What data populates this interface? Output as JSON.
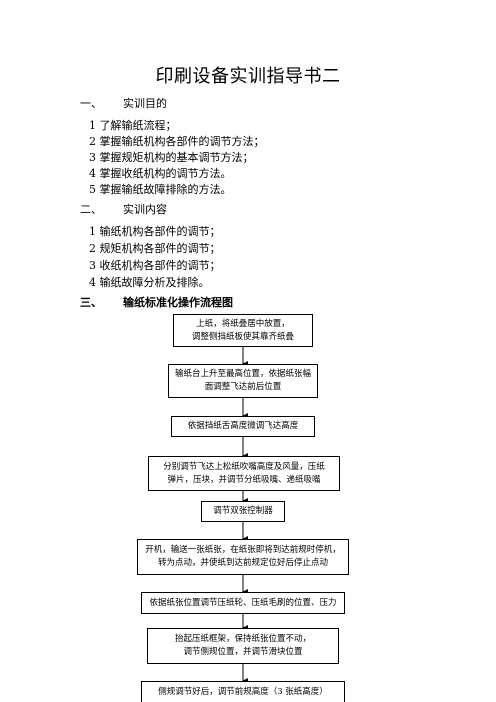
{
  "document": {
    "title": "印刷设备实训指导书二",
    "section1": {
      "num": "一、",
      "heading": "实训目的",
      "items": [
        "1 了解输纸流程；",
        "2 掌握输纸机构各部件的调节方法；",
        "3 掌握规矩机构的基本调节方法；",
        "4 掌握收纸机构的调节方法。",
        "5 掌握输纸故障排除的方法。"
      ]
    },
    "section2": {
      "num": "二、",
      "heading": "实训内容",
      "items": [
        "1 输纸机构各部件的调节；",
        "2 规矩机构各部件的调节；",
        "3 收纸机构各部件的调节；",
        "4 输纸故障分析及排除。"
      ]
    },
    "section3": {
      "num": "三、",
      "heading": "输纸标准化操作流程图"
    }
  },
  "flowchart": {
    "steps": [
      "上纸，将纸叠居中放置，\n调整侧挡纸板使其靠齐纸叠",
      "输纸台上升至最高位置，依据纸张幅\n面调整飞达前后位置",
      "依据挡纸舌高度微调飞达高度",
      "分别调节飞达上松纸吹嘴高度及风量，压纸\n弹片，压块，并调节分纸吸嘴、递纸吸嘴",
      "调节双张控制器",
      "开机，输送一张纸张，在纸张即将到达前规时停机，\n转为点动，并使纸到达前规定位好后停止点动",
      "依据纸张位置调节压纸轮、压纸毛刷的位置、压力",
      "抬起压纸框架，保持纸张位置不动，\n调节侧规位置，并调节滑块位置",
      "侧规调节好后，调节前规高度（3 张纸高度）"
    ]
  }
}
